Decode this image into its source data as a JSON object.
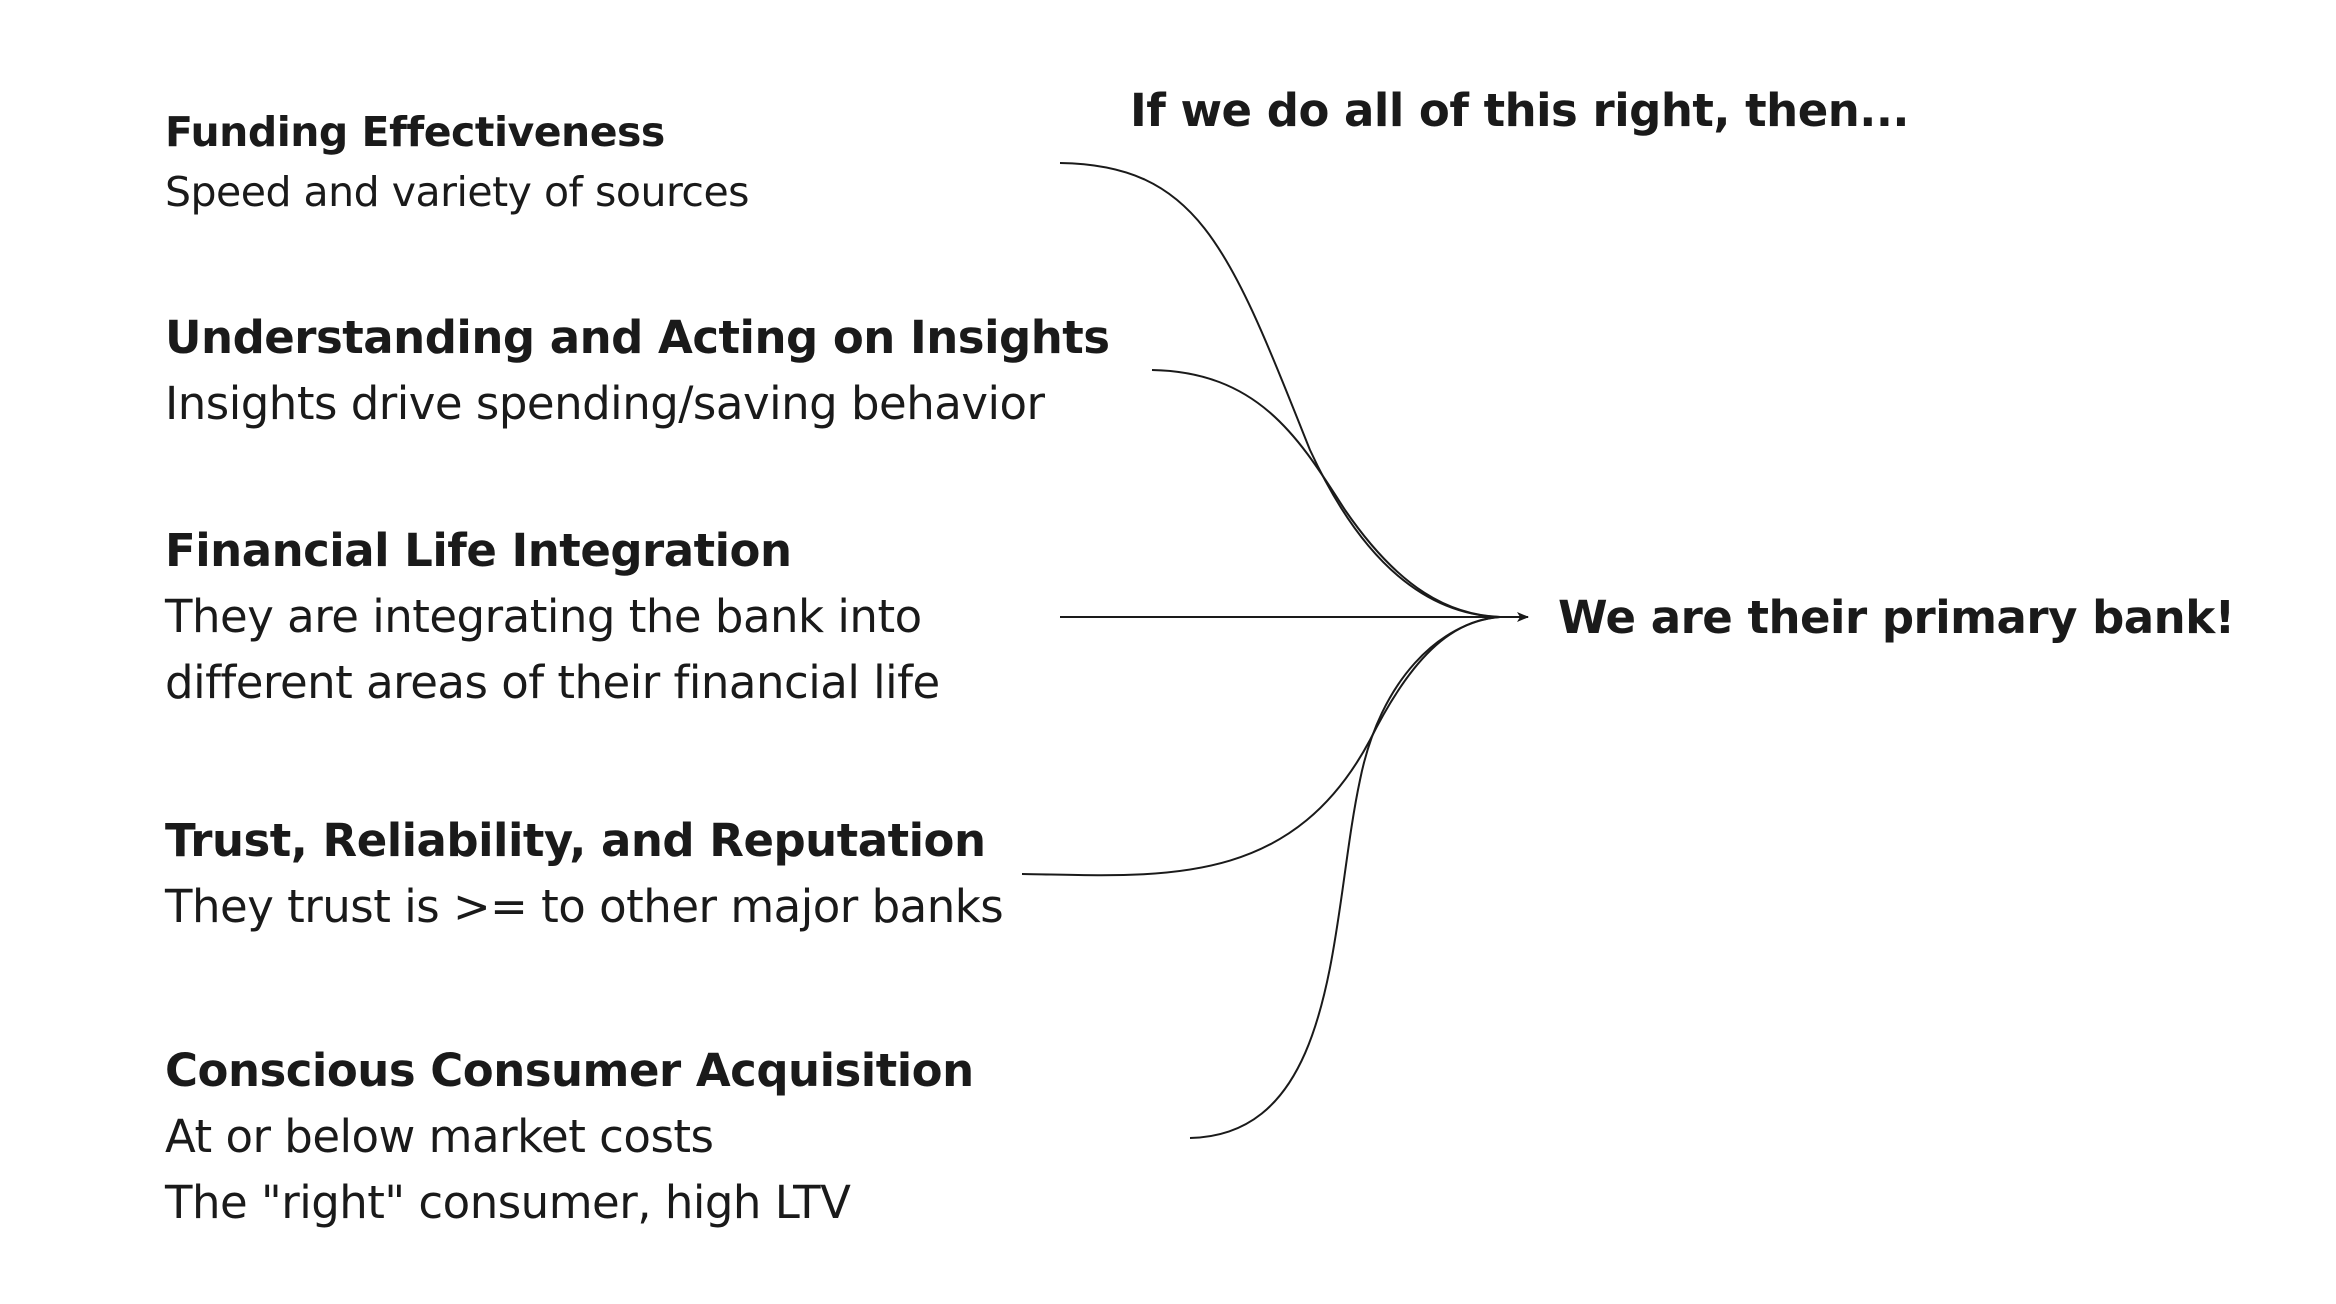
{
  "headline": "If we do all of this right, then...",
  "outcome": "We are their primary bank!",
  "drivers": [
    {
      "title": "Funding Effectiveness",
      "desc": [
        "Speed and variety of sources"
      ]
    },
    {
      "title": "Understanding and Acting on Insights",
      "desc": [
        "Insights drive spending/saving behavior"
      ]
    },
    {
      "title": "Financial Life Integration",
      "desc": [
        "They are integrating the bank into",
        "different areas of their financial life"
      ]
    },
    {
      "title": "Trust, Reliability, and Reputation",
      "desc": [
        "They trust is >= to other major banks"
      ]
    },
    {
      "title": "Conscious Consumer Acquisition",
      "desc": [
        "At or below market costs",
        "The \"right\" consumer, high LTV"
      ]
    }
  ]
}
